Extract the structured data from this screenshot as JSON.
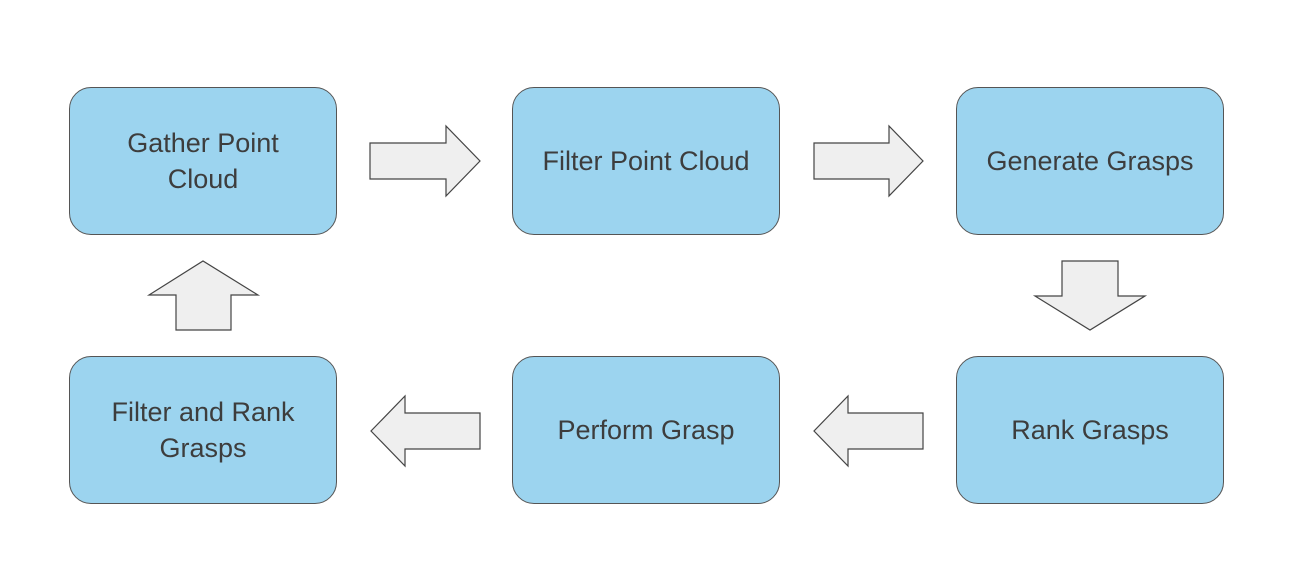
{
  "diagram": {
    "nodes": [
      {
        "id": "gather-point-cloud",
        "label": "Gather Point Cloud"
      },
      {
        "id": "filter-point-cloud",
        "label": "Filter Point Cloud"
      },
      {
        "id": "generate-grasps",
        "label": "Generate Grasps"
      },
      {
        "id": "rank-grasps",
        "label": "Rank Grasps"
      },
      {
        "id": "perform-grasp",
        "label": "Perform Grasp"
      },
      {
        "id": "filter-and-rank-grasps",
        "label": "Filter and Rank Grasps"
      }
    ],
    "edges": [
      {
        "from": "gather-point-cloud",
        "to": "filter-point-cloud",
        "direction": "right"
      },
      {
        "from": "filter-point-cloud",
        "to": "generate-grasps",
        "direction": "right"
      },
      {
        "from": "generate-grasps",
        "to": "rank-grasps",
        "direction": "down"
      },
      {
        "from": "rank-grasps",
        "to": "perform-grasp",
        "direction": "left"
      },
      {
        "from": "perform-grasp",
        "to": "filter-and-rank-grasps",
        "direction": "left"
      },
      {
        "from": "filter-and-rank-grasps",
        "to": "gather-point-cloud",
        "direction": "up"
      }
    ],
    "colors": {
      "node_fill": "#9cd4ef",
      "node_border": "#555555",
      "node_text": "#3d3d3d",
      "arrow_fill": "#efefef",
      "arrow_stroke": "#444444"
    }
  }
}
